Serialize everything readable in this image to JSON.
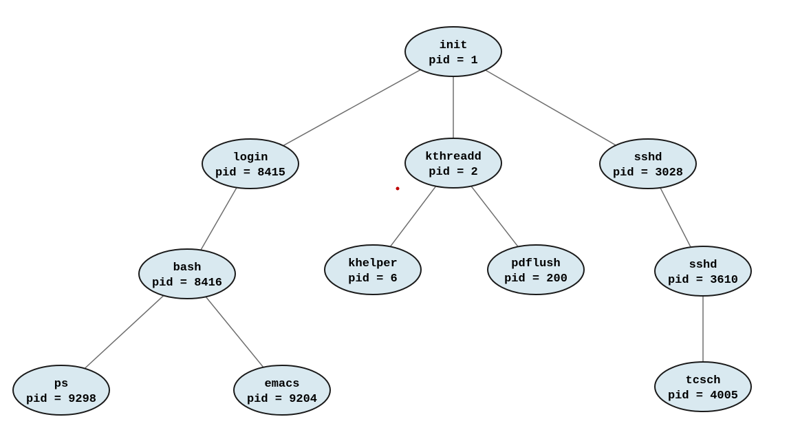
{
  "diagram": {
    "kind": "process-tree",
    "nodes": [
      {
        "label": "init",
        "pid": "pid = 1"
      },
      {
        "label": "login",
        "pid": "pid = 8415"
      },
      {
        "label": "kthreadd",
        "pid": "pid = 2"
      },
      {
        "label": "sshd",
        "pid": "pid = 3028"
      },
      {
        "label": "bash",
        "pid": "pid = 8416"
      },
      {
        "label": "khelper",
        "pid": "pid = 6"
      },
      {
        "label": "pdflush",
        "pid": "pid = 200"
      },
      {
        "label": "sshd",
        "pid": "pid = 3610"
      },
      {
        "label": "ps",
        "pid": "pid = 9298"
      },
      {
        "label": "emacs",
        "pid": "pid = 9204"
      },
      {
        "label": "tcsch",
        "pid": "pid = 4005"
      }
    ],
    "edges": [
      {
        "from": "init (1)",
        "to": "login (8415)"
      },
      {
        "from": "init (1)",
        "to": "kthreadd (2)"
      },
      {
        "from": "init (1)",
        "to": "sshd (3028)"
      },
      {
        "from": "login (8415)",
        "to": "bash (8416)"
      },
      {
        "from": "kthreadd (2)",
        "to": "khelper (6)"
      },
      {
        "from": "kthreadd (2)",
        "to": "pdflush (200)"
      },
      {
        "from": "sshd (3028)",
        "to": "sshd (3610)"
      },
      {
        "from": "bash (8416)",
        "to": "ps (9298)"
      },
      {
        "from": "bash (8416)",
        "to": "emacs (9204)"
      },
      {
        "from": "sshd (3610)",
        "to": "tcsch (4005)"
      }
    ],
    "colors": {
      "node_fill": "#d9e9f0",
      "node_border": "#1a1a1a",
      "edge_line": "#6e6e6e",
      "text": "#000000",
      "stray_dot": "#bf0000",
      "background": "#ffffff"
    }
  }
}
